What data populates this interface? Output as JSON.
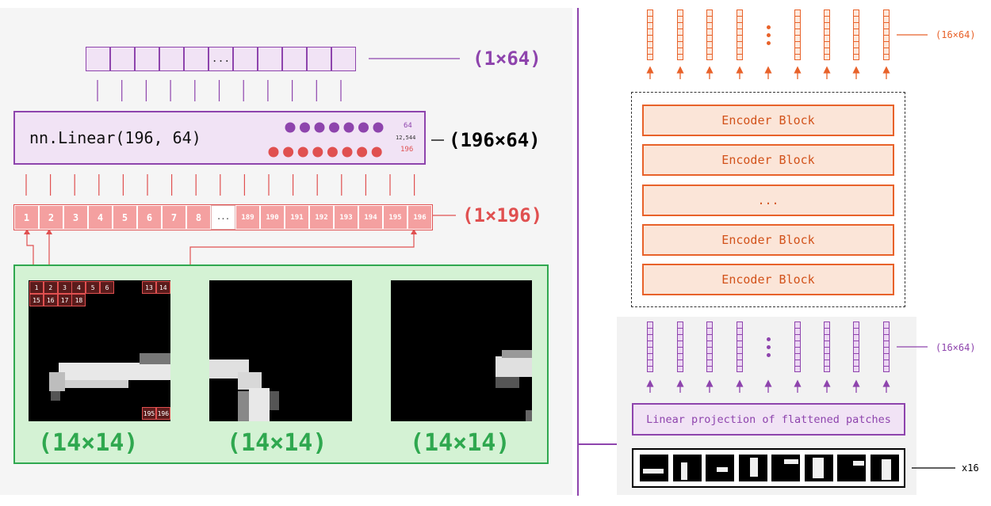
{
  "left": {
    "output_vector": {
      "cells": [
        "",
        "",
        "",
        "",
        "",
        "...",
        "",
        "",
        "",
        "",
        ""
      ],
      "label": "(1×64)"
    },
    "linear": {
      "code": "nn.Linear(196, 64)",
      "top_count": "64",
      "middle_count": "12,544",
      "bottom_count": "196",
      "label": "(196×64)"
    },
    "input_vector": {
      "cells": [
        "1",
        "2",
        "3",
        "4",
        "5",
        "6",
        "7",
        "8",
        "...",
        "189",
        "190",
        "191",
        "192",
        "193",
        "194",
        "195",
        "196"
      ],
      "label": "(1×196)"
    },
    "patch_grid_labels": {
      "row1": [
        "1",
        "2",
        "3",
        "4",
        "5",
        "6"
      ],
      "row1_right": [
        "13",
        "14"
      ],
      "row2": [
        "15",
        "16",
        "17",
        "18"
      ],
      "bottom": [
        "195",
        "196"
      ]
    },
    "patch_labels": [
      "(14×14)",
      "(14×14)",
      "(14×14)"
    ]
  },
  "right": {
    "top_label": "(16×64)",
    "encoder_blocks": [
      "Encoder Block",
      "Encoder Block",
      "...",
      "Encoder Block",
      "Encoder Block"
    ],
    "bottom_label": "(16×64)",
    "projection": "Linear projection of flattened patches",
    "patches_multiplier": "x16"
  },
  "colors": {
    "purple": "#8e44ad",
    "red": "#e05050",
    "orange": "#e8622a",
    "green": "#2fa84f",
    "green_bg": "#d4f2d4"
  }
}
